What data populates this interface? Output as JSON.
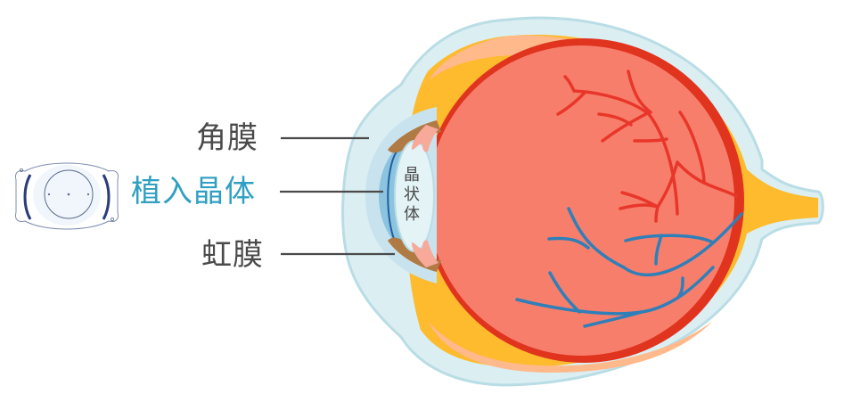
{
  "labels": {
    "cornea": "角膜",
    "implant_lens": "植入晶体",
    "iris": "虹膜",
    "natural_lens": [
      "晶",
      "状",
      "体"
    ]
  },
  "colors": {
    "label_gray": "#4a4a4a",
    "label_blue": "#2f9fc2",
    "leader_line": "#4a4a4a",
    "sclera_outer": "#dbeef2",
    "sclera_edge": "#b9dde5",
    "choroid_yellow": "#fdbb2d",
    "choroid_peach": "#ffb98a",
    "retina_red": "#e0341f",
    "vitreous": "#f87e6c",
    "artery": "#e8372a",
    "vein": "#2f7fb8",
    "iris_brown": "#b07a45",
    "cornea_blue": "#8cc3df",
    "lens_fill": "#e3f3f6",
    "ciliary_pink": "#f7a99a"
  },
  "icons": {
    "implant_lens_icon": "icl-lens-icon",
    "eyeball": "eyeball-cross-section"
  }
}
